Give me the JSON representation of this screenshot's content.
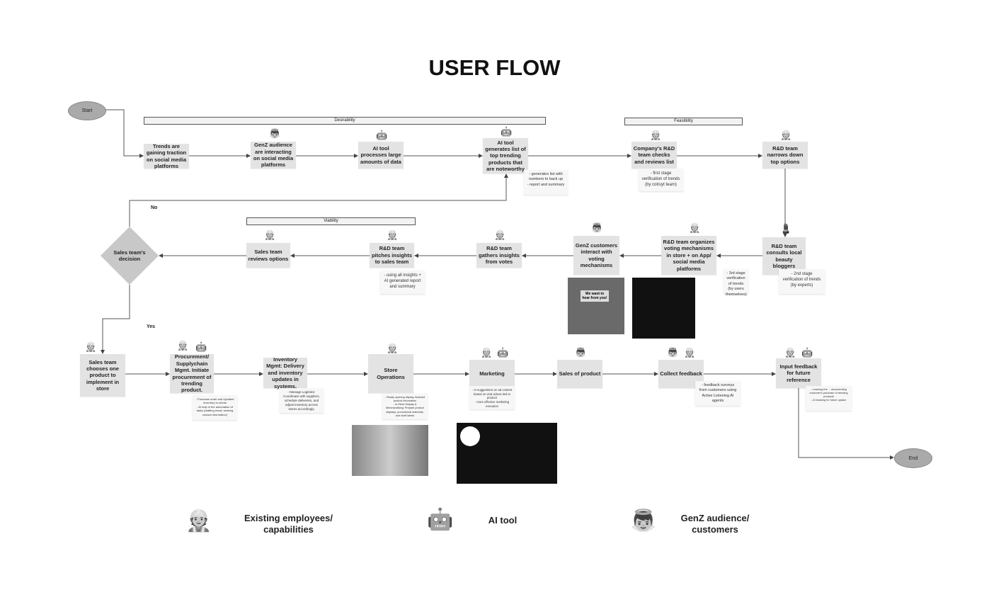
{
  "title": "USER FLOW",
  "start": "Start",
  "end": "End",
  "no": "No",
  "yes": "Yes",
  "phases": {
    "desirability": "Desirability",
    "feasibility": "Feasibility",
    "viability": "Viability"
  },
  "nodes": {
    "trends": "Trends are gaining traction on social media platforms",
    "genz_interact": "GenZ audience are interacting on social media platforms",
    "ai_process": "AI tool processes large amounts of data",
    "ai_generate": "AI tool generates list of top trending products that are noteworthy",
    "company_rd": "Company's R&D team checks and reviews list",
    "rd_narrows": "R&D team narrows down top options",
    "rd_consults": "R&D team consults local beauty bloggers",
    "rd_organizes": "R&D team organizes voting mechanisms in store + on App/ social media platforms",
    "genz_customers": "GenZ customers interact with voting mechanisms",
    "rd_gathers": "R&D team gathers insights from votes",
    "rd_pitches": "R&D team pitches insights to sales team",
    "sales_reviews": "Sales team reviews options",
    "decision": "Sales team's decision",
    "sales_chooses": "Sales team chooses one product to implement in store",
    "procurement": "Procurement/ Supplychain Mgmt. Initiate procurement of trending product.",
    "inventory": "Inventory Mgmt: Delivery and inventory updates in systems.",
    "store_ops": "Store Operations",
    "marketing": "Marketing",
    "sales_product": "Sales of product",
    "collect_feedback": "Collect feedback",
    "input_feedback": "Input feedback for future reference"
  },
  "notes": {
    "ai_generate": "- generates list with numbers to back up\n- report and summary",
    "company_rd": "- first stage verification of trends (by colruyt team)",
    "rd_consults": "- 2nd stage verification of trends (by experts)",
    "rd_organizes": "- 3rd stage verification of trends (by users themselves)",
    "rd_pitches": "- using all insights + AI generated report and summary",
    "procurement": "- Purchase order and Updated inventory to needs\n- AI help in the automation of tasks (drafting email, seeking contact information)",
    "inventory": "- Manage Logistics: Coordinate with suppliers, schedule deliveries, and adjust inventory across stores accordingly.",
    "store_ops": "- Ready opening display, featured product information\n- In-Store Display & Merchandising: Prepare product displays, promotional materials, and shelf labels",
    "marketing": "- AI suggestions on ad content based on viral videos tied to product\n- more effective marketing execution",
    "collect_feedback": "- feedback surveys from customers using Active Listening AI agents",
    "input_feedback": "- Learning the ... documenting customer's purchase of trending products\n- AI learning for future uptake"
  },
  "image_text": {
    "voting_poster": "We want to hear from you!"
  },
  "legend": {
    "employees": "Existing employees/ capabilities",
    "ai": "AI tool",
    "genz": "GenZ audience/ customers"
  }
}
